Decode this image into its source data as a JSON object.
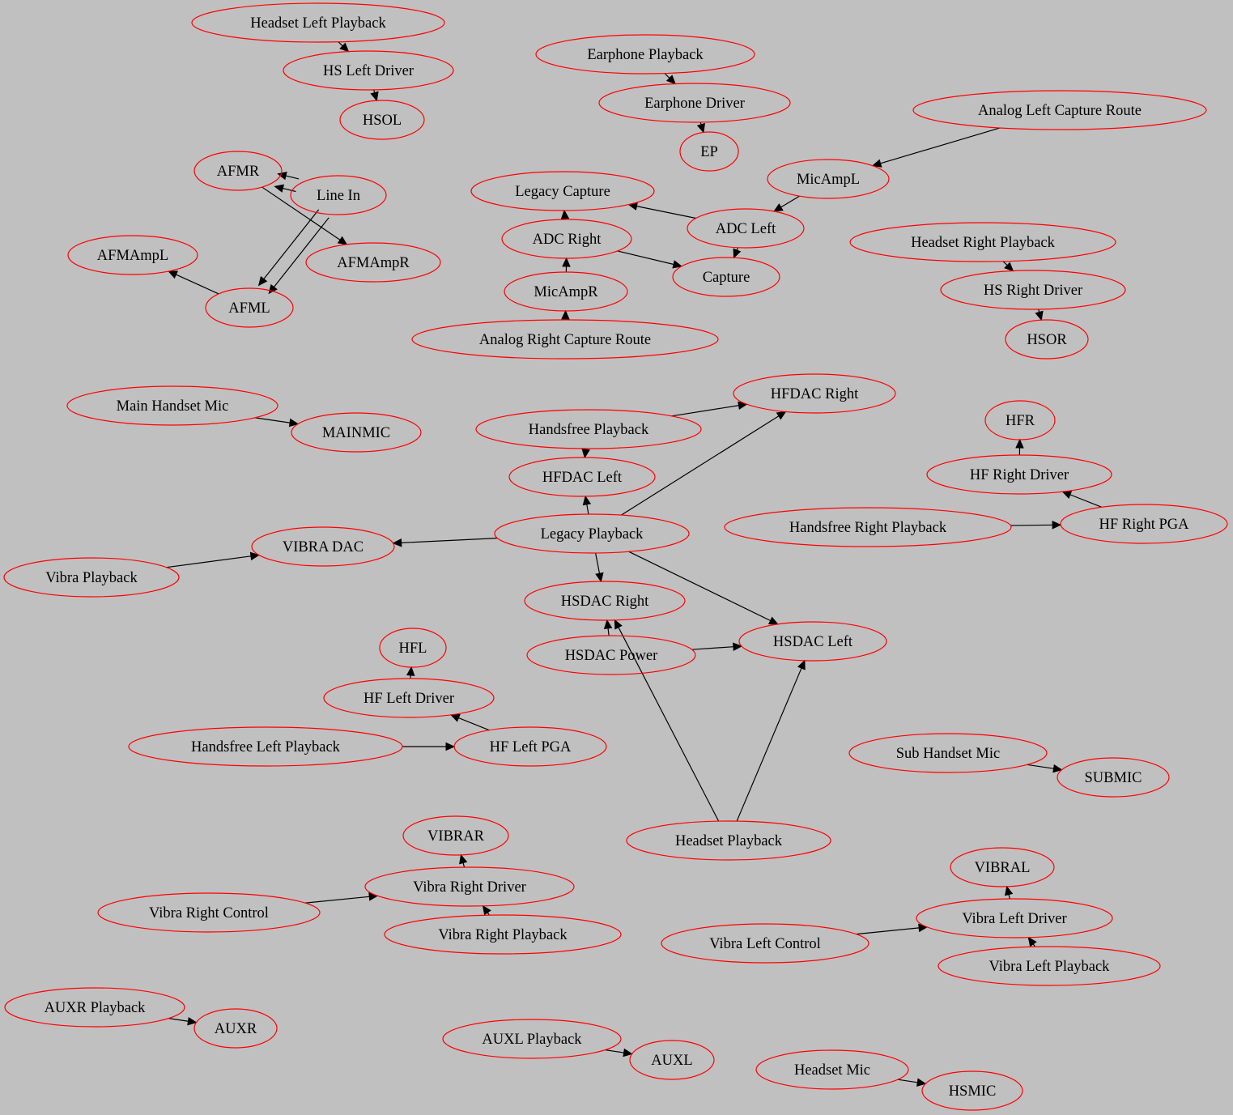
{
  "graph": {
    "background_color": "#c0c0c0",
    "node_stroke_color": "#ff0000",
    "edge_color": "#000000",
    "nodes": [
      "Headset Left Playback",
      "HS Left Driver",
      "HSOL",
      "Earphone Playback",
      "Earphone Driver",
      "EP",
      "Analog Left Capture Route",
      "MicAmpL",
      "AFMR",
      "Line In",
      "Legacy Capture",
      "ADC Left",
      "ADC Right",
      "AFMAmpL",
      "AFMAmpR",
      "Capture",
      "Headset Right Playback",
      "HS Right Driver",
      "HSOR",
      "MicAmpR",
      "AFML",
      "Analog Right Capture Route",
      "Main Handset Mic",
      "MAINMIC",
      "HFDAC Right",
      "Handsfree Playback",
      "HFR",
      "HFDAC Left",
      "HF Right Driver",
      "Handsfree Right Playback",
      "HF Right PGA",
      "Legacy Playback",
      "VIBRA DAC",
      "Vibra Playback",
      "HSDAC Right",
      "HSDAC Power",
      "HSDAC Left",
      "HFL",
      "HF Left Driver",
      "Handsfree Left Playback",
      "HF Left PGA",
      "Sub Handset Mic",
      "SUBMIC",
      "Headset Playback",
      "VIBRAR",
      "Vibra Right Driver",
      "Vibra Right Control",
      "Vibra Right Playback",
      "VIBRAL",
      "Vibra Left Driver",
      "Vibra Left Control",
      "Vibra Left Playback",
      "AUXR Playback",
      "AUXR",
      "AUXL Playback",
      "AUXL",
      "Headset Mic",
      "HSMIC"
    ],
    "edges": [
      [
        "Headset Left Playback",
        "HS Left Driver"
      ],
      [
        "HS Left Driver",
        "HSOL"
      ],
      [
        "Earphone Playback",
        "Earphone Driver"
      ],
      [
        "Earphone Driver",
        "EP"
      ],
      [
        "Analog Left Capture Route",
        "MicAmpL"
      ],
      [
        "MicAmpL",
        "ADC Left"
      ],
      [
        "ADC Left",
        "Legacy Capture"
      ],
      [
        "ADC Left",
        "Capture"
      ],
      [
        "ADC Right",
        "Legacy Capture"
      ],
      [
        "ADC Right",
        "Capture"
      ],
      [
        "MicAmpR",
        "ADC Right"
      ],
      [
        "Analog Right Capture Route",
        "MicAmpR"
      ],
      [
        "Line In",
        "AFMR"
      ],
      [
        "Line In",
        "AFMR"
      ],
      [
        "AFMR",
        "AFMAmpR"
      ],
      [
        "Line In",
        "AFML"
      ],
      [
        "Line In",
        "AFML"
      ],
      [
        "AFML",
        "AFMAmpL"
      ],
      [
        "Headset Right Playback",
        "HS Right Driver"
      ],
      [
        "HS Right Driver",
        "HSOR"
      ],
      [
        "Main Handset Mic",
        "MAINMIC"
      ],
      [
        "Handsfree Playback",
        "HFDAC Right"
      ],
      [
        "Handsfree Playback",
        "HFDAC Left"
      ],
      [
        "Legacy Playback",
        "HFDAC Left"
      ],
      [
        "Legacy Playback",
        "HFDAC Right"
      ],
      [
        "Legacy Playback",
        "VIBRA DAC"
      ],
      [
        "Legacy Playback",
        "HSDAC Right"
      ],
      [
        "Legacy Playback",
        "HSDAC Left"
      ],
      [
        "Vibra Playback",
        "VIBRA DAC"
      ],
      [
        "HF Right Driver",
        "HFR"
      ],
      [
        "HF Right PGA",
        "HF Right Driver"
      ],
      [
        "Handsfree Right Playback",
        "HF Right PGA"
      ],
      [
        "HSDAC Power",
        "HSDAC Right"
      ],
      [
        "HSDAC Power",
        "HSDAC Left"
      ],
      [
        "Headset Playback",
        "HSDAC Right"
      ],
      [
        "Headset Playback",
        "HSDAC Left"
      ],
      [
        "HF Left Driver",
        "HFL"
      ],
      [
        "HF Left PGA",
        "HF Left Driver"
      ],
      [
        "Handsfree Left Playback",
        "HF Left PGA"
      ],
      [
        "Sub Handset Mic",
        "SUBMIC"
      ],
      [
        "Vibra Right Driver",
        "VIBRAR"
      ],
      [
        "Vibra Right Control",
        "Vibra Right Driver"
      ],
      [
        "Vibra Right Playback",
        "Vibra Right Driver"
      ],
      [
        "Vibra Left Driver",
        "VIBRAL"
      ],
      [
        "Vibra Left Control",
        "Vibra Left Driver"
      ],
      [
        "Vibra Left Playback",
        "Vibra Left Driver"
      ],
      [
        "AUXR Playback",
        "AUXR"
      ],
      [
        "AUXL Playback",
        "AUXL"
      ],
      [
        "Headset Mic",
        "HSMIC"
      ]
    ]
  }
}
